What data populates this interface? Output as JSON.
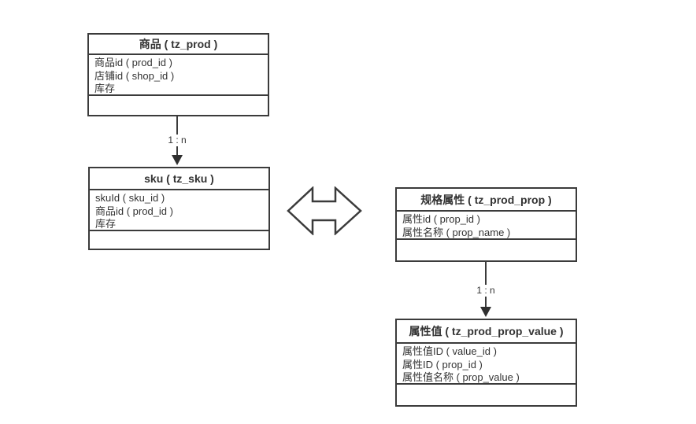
{
  "diagram": {
    "background": "#ffffff",
    "line_color": "#3b3b3b",
    "text_color": "#333333"
  },
  "tables": [
    {
      "id": "prod",
      "title": "商品 ( tz_prod )",
      "fields": [
        "商品id ( prod_id )",
        "店铺id ( shop_id )",
        "库存"
      ]
    },
    {
      "id": "sku",
      "title": "sku ( tz_sku )",
      "fields": [
        "skuId ( sku_id )",
        "商品id ( prod_id )",
        "库存"
      ]
    },
    {
      "id": "prod_prop",
      "title": "规格属性 ( tz_prod_prop )",
      "fields": [
        "属性id ( prop_id )",
        "属性名称 ( prop_name )"
      ]
    },
    {
      "id": "prod_prop_value",
      "title": "属性值 ( tz_prod_prop_value )",
      "fields": [
        "属性值ID ( value_id )",
        "属性ID ( prop_id )",
        "属性值名称 ( prop_value )"
      ]
    }
  ],
  "connectors": [
    {
      "from": "prod",
      "to": "sku",
      "label": "1 : n"
    },
    {
      "from": "prod_prop",
      "to": "prod_prop_value",
      "label": "1 : n"
    }
  ]
}
